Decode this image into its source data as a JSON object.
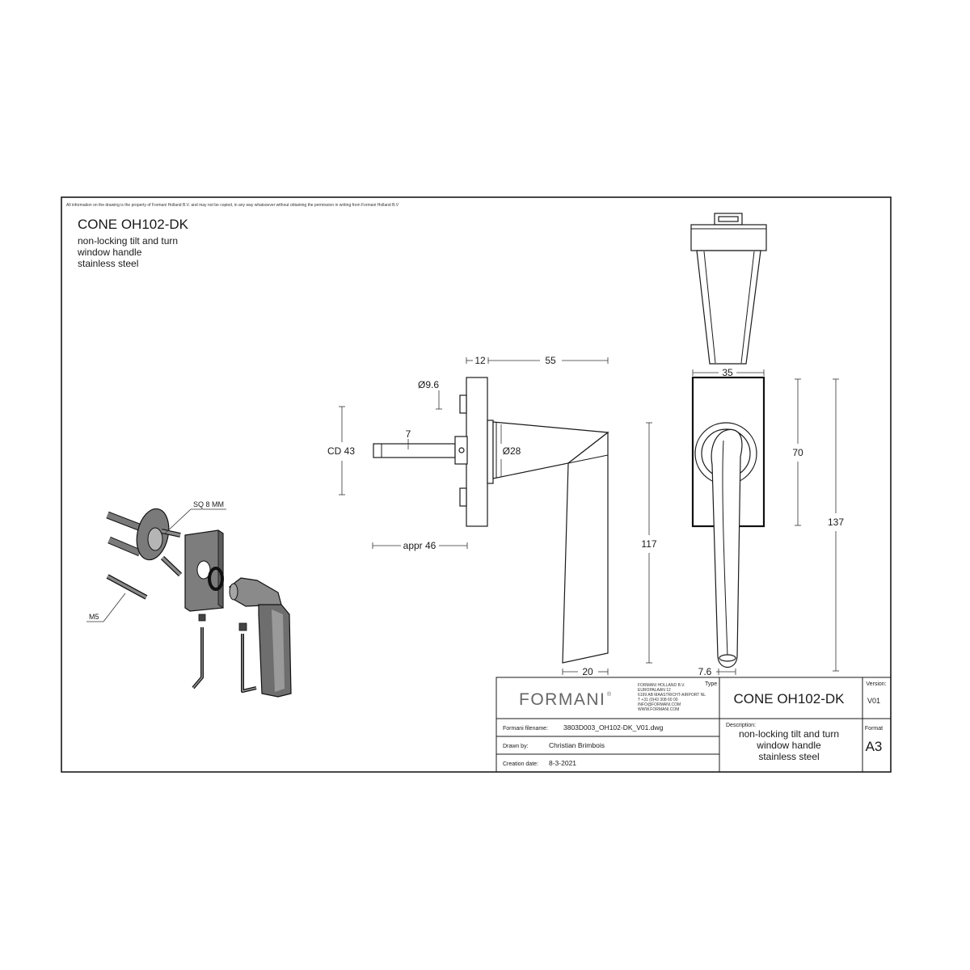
{
  "sheet": {
    "disclaimer": "All information on the drawing is the property of Formani Holland B.V. and may not be copied, in any way whatsoever without obtaining the permission in writing from Formani Holland B.V",
    "title": "CONE OH102-DK",
    "subtitle_lines": [
      "non-locking tilt and turn",
      "window handle",
      "stainless steel"
    ]
  },
  "dimensions": {
    "side_view": {
      "rose_thickness": "12",
      "handle_projection": "55",
      "screw_hole": "Ø9.6",
      "spindle_offset": "7",
      "cone_diameter": "Ø28",
      "center_distance": "CD 43",
      "spindle_length": "appr 46",
      "handle_length": "117",
      "lever_width": "20"
    },
    "front_view": {
      "rose_width": "35",
      "rose_height": "70",
      "total_height": "137",
      "tip_width": "7.6"
    }
  },
  "exploded_view": {
    "spindle_label": "SQ 8 MM",
    "screw_label": "M5"
  },
  "title_block": {
    "logo": "FORMANI",
    "logo_mark": "®",
    "company_lines": [
      "FORMANI HOLLAND B.V.",
      "EUROPALAAN 12",
      "6199 AB MAASTRICHT-AIRPORT NL",
      "T +31 (0)43 308 60 00",
      "INFO@FORMANI.COM",
      "WWW.FORMANI.COM"
    ],
    "filename_label": "Formani filename:",
    "filename": "3803D003_OH102-DK_V01.dwg",
    "drawn_by_label": "Drawn by:",
    "drawn_by": "Christian Brimbois",
    "creation_date_label": "Creation date:",
    "creation_date": "8-3-2021",
    "type_label": "Type :",
    "type": "CONE OH102-DK",
    "description_label": "Description:",
    "description_lines": [
      "non-locking tilt and turn",
      "window handle",
      "stainless steel"
    ],
    "version_label": "Version:",
    "version": "V01",
    "format_label": "Format",
    "format": "A3"
  }
}
